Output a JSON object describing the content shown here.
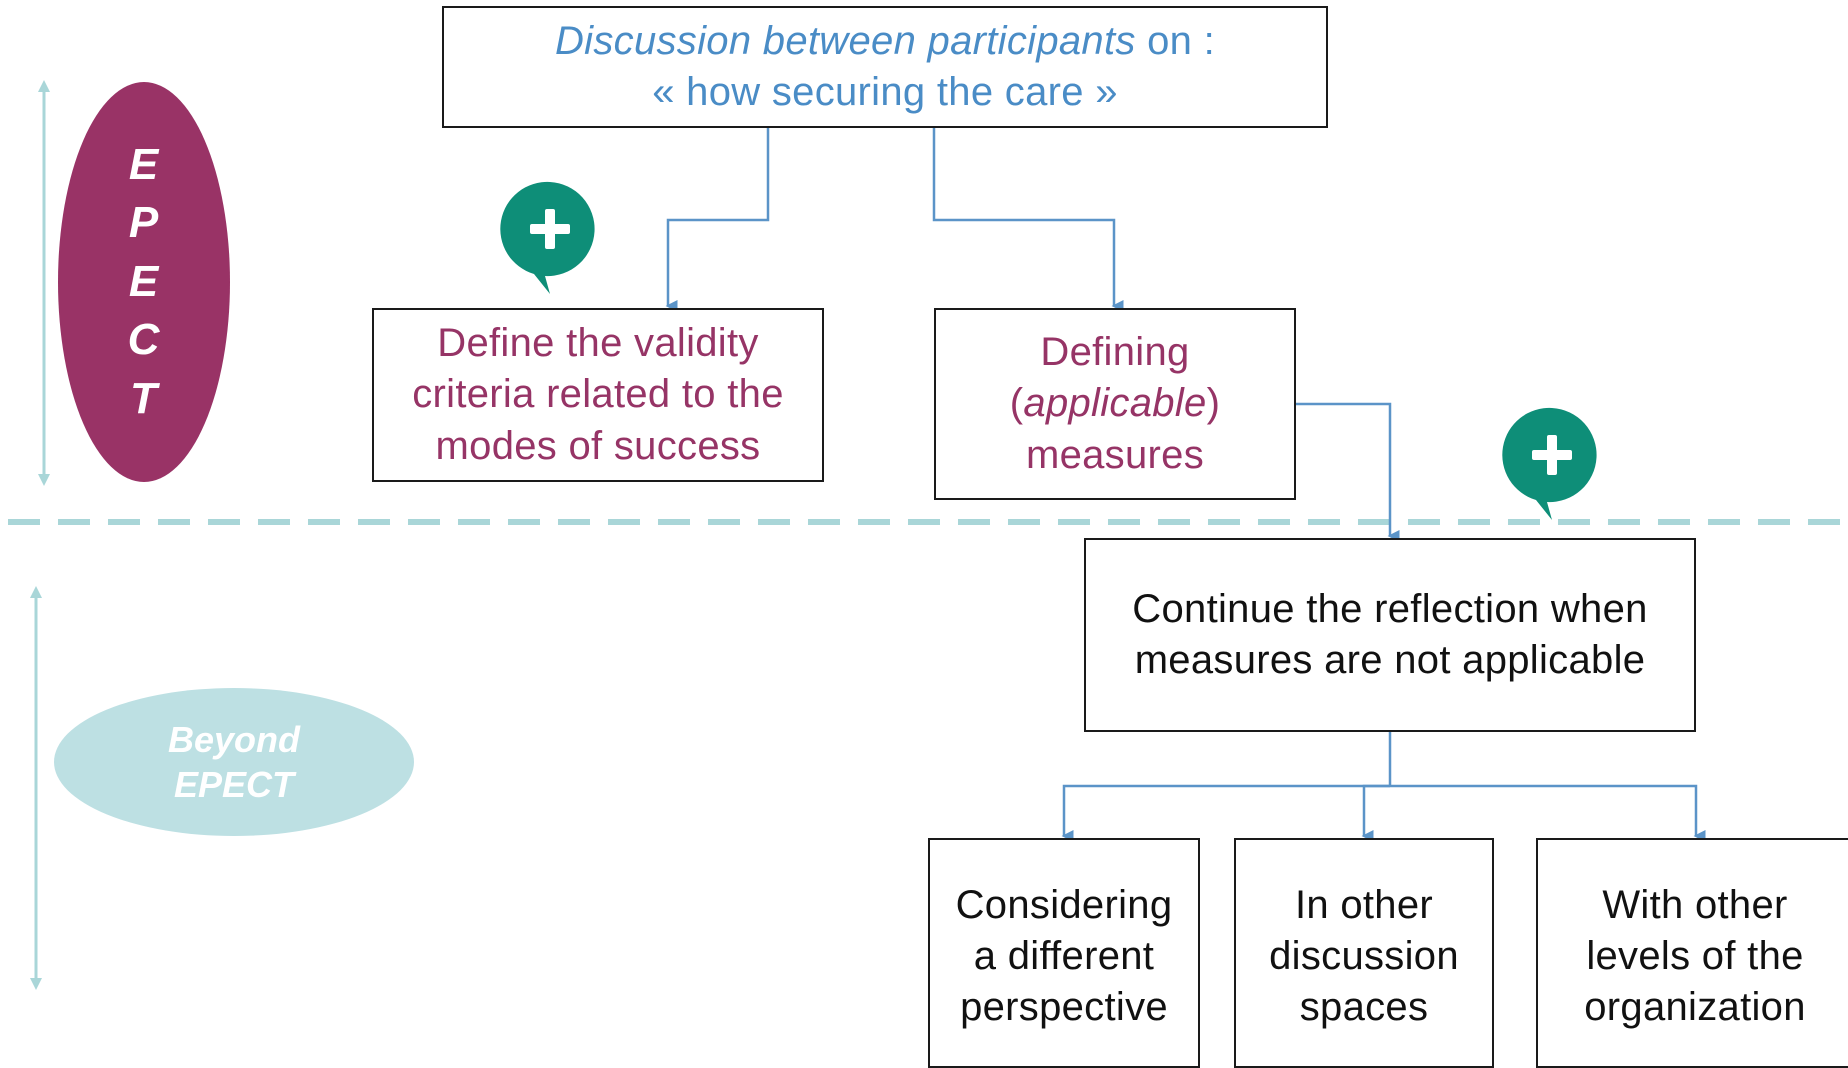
{
  "labels": {
    "epect_letters": [
      "E",
      "P",
      "E",
      "C",
      "T"
    ],
    "beyond_line1": "Beyond",
    "beyond_line2": "EPECT"
  },
  "top_box": {
    "italic_part": "Discussion between participants",
    "suffix": " on :",
    "line2": "« how securing the care »"
  },
  "validity_box": {
    "line1": "Define the validity",
    "line2": "criteria related to the",
    "line3": "modes of success"
  },
  "measures_box": {
    "line1": "Defining",
    "line2_open": "(",
    "line2_italic": "applicable",
    "line2_close": ")",
    "line3": "measures"
  },
  "continue_box": {
    "line1": "Continue the reflection when",
    "line2": "measures are not applicable"
  },
  "bottom_boxes": [
    {
      "line1": "Considering",
      "line2": "a different",
      "line3": "perspective"
    },
    {
      "line1": "In other",
      "line2": "discussion",
      "line3": "spaces"
    },
    {
      "line1": "With other",
      "line2": "levels of the",
      "line3": "organization"
    }
  ],
  "icons": {
    "plus_badge": "plus-speech-bubble-icon"
  },
  "colors": {
    "epect": "#993366",
    "beyond": "#bde0e3",
    "badge": "#0e8e78",
    "connector": "#5b94c8",
    "dashed_divider": "#a9d6d8",
    "scale_arrow": "#a9d6d8",
    "blue_text": "#4a8cc6",
    "plum_text": "#963466"
  }
}
